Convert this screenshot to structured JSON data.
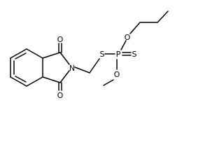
{
  "molecule": {
    "atom_labels": {
      "o_top": "O",
      "o_bottom": "O",
      "n": "N",
      "s_link": "S",
      "p": "P",
      "s_double": "S",
      "o_propoxy": "O",
      "o_methoxy": "O"
    },
    "colors": {
      "ink": "#000000",
      "background": "#ffffff"
    }
  }
}
